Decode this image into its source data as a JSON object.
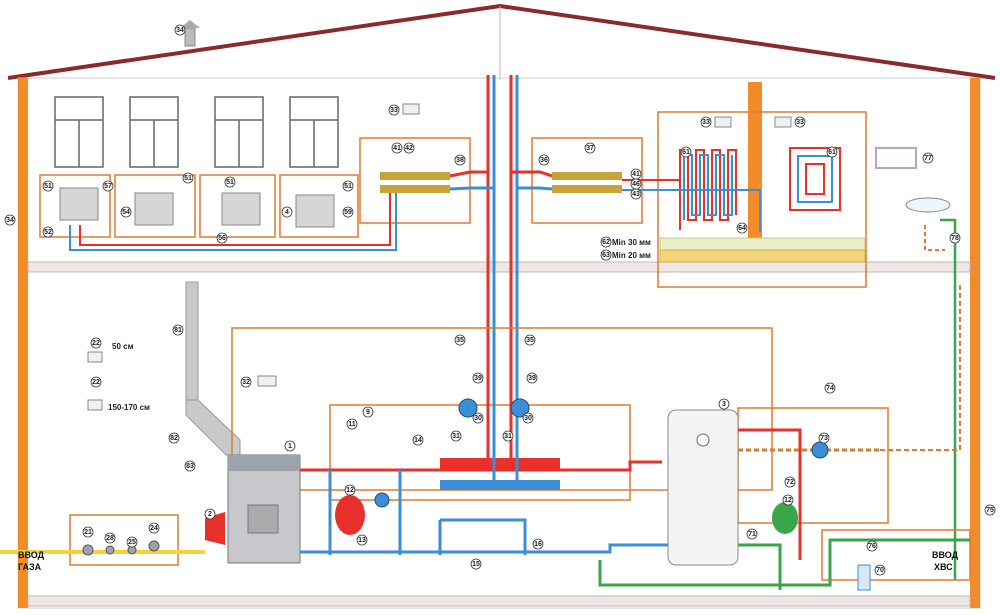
{
  "labels": {
    "gas_input": [
      "ВВОД",
      "ГАЗА"
    ],
    "cold_water_input": [
      "ВВОД",
      "ХВС"
    ],
    "h50": "50 см",
    "h150": "150-170 см",
    "min30": "Min 30 мм",
    "min20": "Min 20 мм"
  },
  "callouts": [
    {
      "id": "c34",
      "text": "34"
    },
    {
      "id": "c34b",
      "text": "34"
    },
    {
      "id": "c51a",
      "text": "51"
    },
    {
      "id": "c52",
      "text": "52"
    },
    {
      "id": "c57",
      "text": "57"
    },
    {
      "id": "c54",
      "text": "54"
    },
    {
      "id": "c51b",
      "text": "51"
    },
    {
      "id": "c56",
      "text": "56"
    },
    {
      "id": "c51c",
      "text": "51"
    },
    {
      "id": "c4",
      "text": "4"
    },
    {
      "id": "c51d",
      "text": "51"
    },
    {
      "id": "c59a",
      "text": "59"
    },
    {
      "id": "c33a",
      "text": "33"
    },
    {
      "id": "c41a",
      "text": "41"
    },
    {
      "id": "c42",
      "text": "42"
    },
    {
      "id": "c38a",
      "text": "38"
    },
    {
      "id": "c36",
      "text": "36"
    },
    {
      "id": "c37",
      "text": "37"
    },
    {
      "id": "c41b",
      "text": "41"
    },
    {
      "id": "c46",
      "text": "46"
    },
    {
      "id": "c43",
      "text": "43"
    },
    {
      "id": "c33b",
      "text": "33"
    },
    {
      "id": "c33c",
      "text": "33"
    },
    {
      "id": "c61a",
      "text": "61"
    },
    {
      "id": "c61b",
      "text": "61"
    },
    {
      "id": "c64",
      "text": "64"
    },
    {
      "id": "c62",
      "text": "62"
    },
    {
      "id": "c63",
      "text": "63"
    },
    {
      "id": "c77",
      "text": "77"
    },
    {
      "id": "c78",
      "text": "78"
    },
    {
      "id": "c81",
      "text": "81"
    },
    {
      "id": "c22a",
      "text": "22"
    },
    {
      "id": "c22b",
      "text": "22"
    },
    {
      "id": "c32",
      "text": "32"
    },
    {
      "id": "c82",
      "text": "82"
    },
    {
      "id": "c83",
      "text": "83"
    },
    {
      "id": "c1",
      "text": "1"
    },
    {
      "id": "c2",
      "text": "2"
    },
    {
      "id": "c21",
      "text": "21"
    },
    {
      "id": "c28",
      "text": "28"
    },
    {
      "id": "c25",
      "text": "25"
    },
    {
      "id": "c24",
      "text": "24"
    },
    {
      "id": "c11",
      "text": "11"
    },
    {
      "id": "c9",
      "text": "9"
    },
    {
      "id": "c14",
      "text": "14"
    },
    {
      "id": "c12a",
      "text": "12"
    },
    {
      "id": "c13",
      "text": "13"
    },
    {
      "id": "c39a",
      "text": "39"
    },
    {
      "id": "c39b",
      "text": "39"
    },
    {
      "id": "c35a",
      "text": "35"
    },
    {
      "id": "c35b",
      "text": "35"
    },
    {
      "id": "c30a",
      "text": "30"
    },
    {
      "id": "c30b",
      "text": "30"
    },
    {
      "id": "c31a",
      "text": "31"
    },
    {
      "id": "c31b",
      "text": "31"
    },
    {
      "id": "c15",
      "text": "15"
    },
    {
      "id": "c16",
      "text": "16"
    },
    {
      "id": "c3",
      "text": "3"
    },
    {
      "id": "c74",
      "text": "74"
    },
    {
      "id": "c73",
      "text": "73"
    },
    {
      "id": "c72",
      "text": "72"
    },
    {
      "id": "c12b",
      "text": "12"
    },
    {
      "id": "c71",
      "text": "71"
    },
    {
      "id": "c76",
      "text": "76"
    },
    {
      "id": "c75",
      "text": "75"
    },
    {
      "id": "c70",
      "text": "70"
    }
  ],
  "colors": {
    "wall": "#f28c28",
    "frame": "#e07a2e",
    "hot": "#e8312b",
    "cold": "#3a8fd8",
    "green": "#3aa64a",
    "gas": "#f3d23a",
    "roof": "#8b2a2a",
    "floor": "#d9c7c7"
  }
}
